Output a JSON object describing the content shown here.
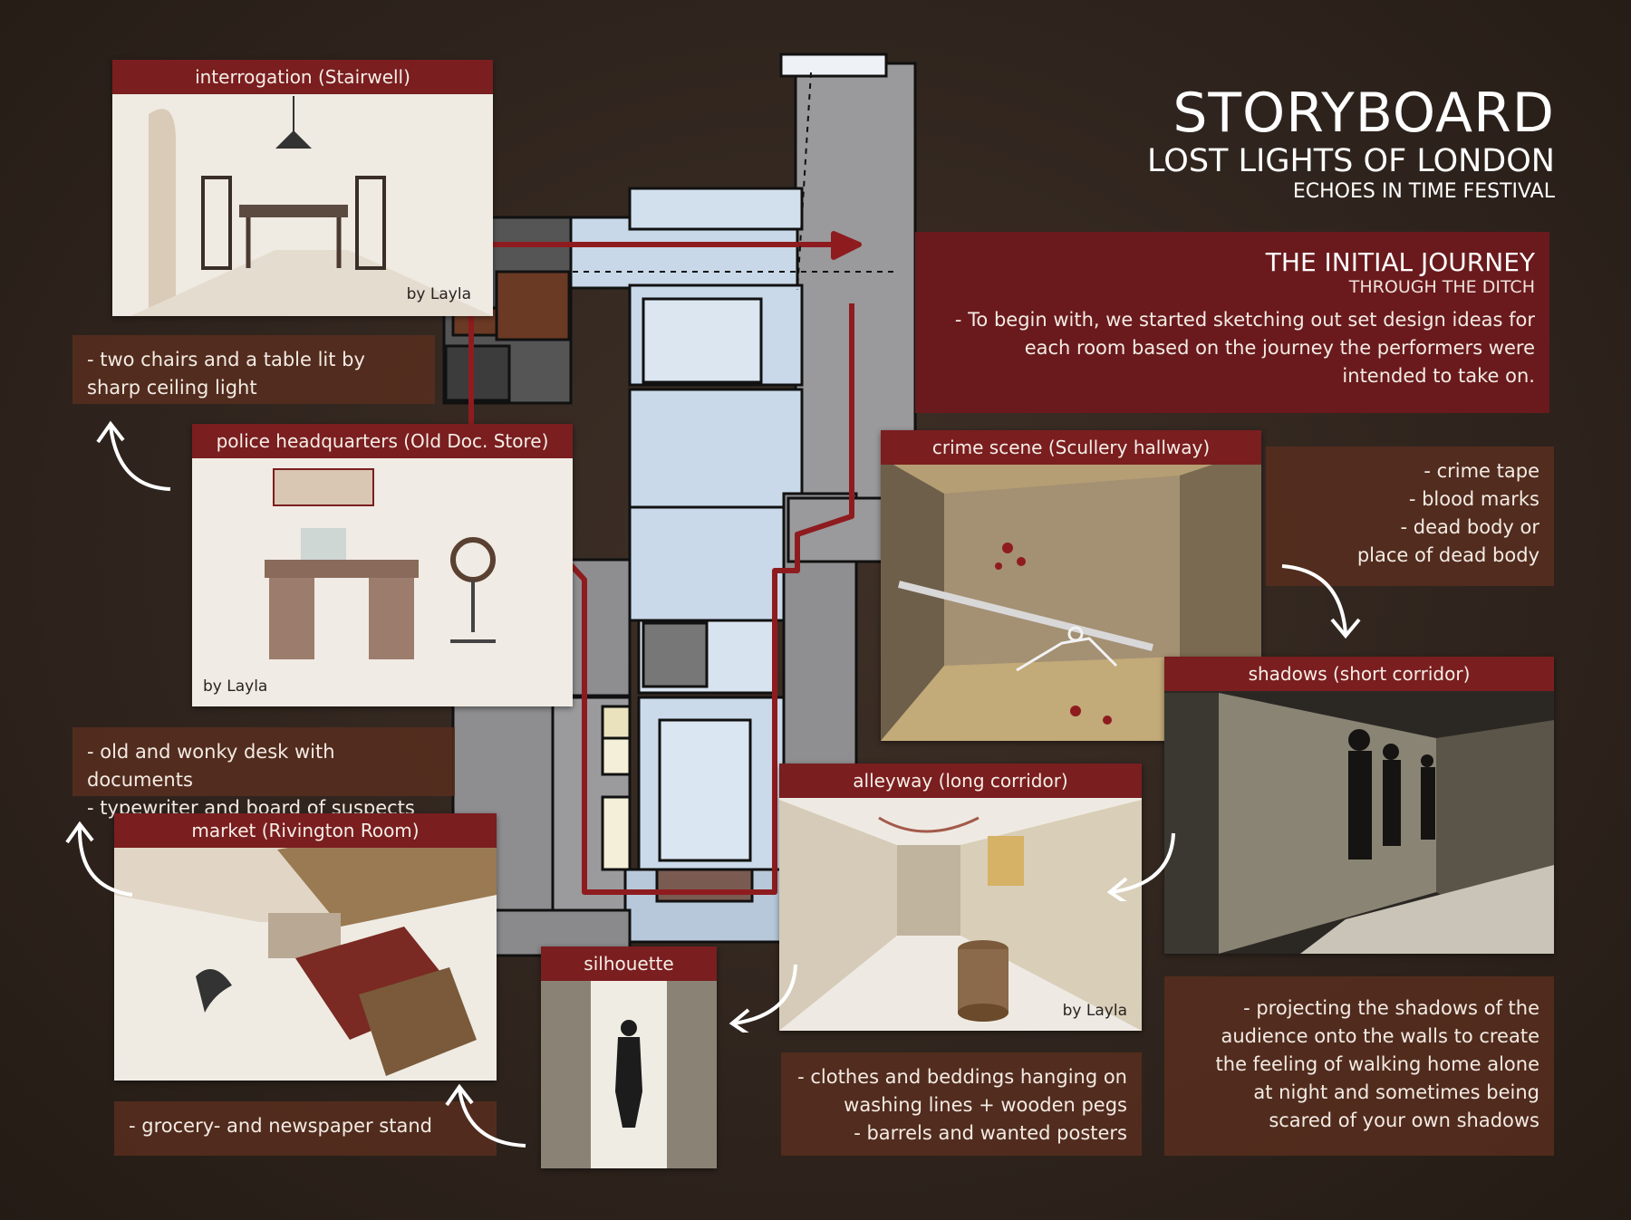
{
  "header": {
    "title": "STORYBOARD",
    "subtitle": "LOST LIGHTS OF LONDON",
    "event": "ECHOES IN TIME FESTIVAL"
  },
  "journey": {
    "title": "THE INITIAL JOURNEY",
    "subtitle": "THROUGH THE DITCH",
    "lines": [
      "- To begin with, we started sketching out set design ideas for",
      "each room based on the journey the performers were",
      "intended to take on."
    ]
  },
  "panels": {
    "interrogation": {
      "title": "interrogation (Stairwell)",
      "credit": "by Layla"
    },
    "police": {
      "title": "police headquarters (Old Doc. Store)",
      "credit": "by Layla"
    },
    "market": {
      "title": "market (Rivington Room)"
    },
    "silhouette": {
      "title": "silhouette"
    },
    "alleyway": {
      "title": "alleyway (long corridor)",
      "credit": "by Layla"
    },
    "crime": {
      "title": "crime scene (Scullery hallway)"
    },
    "shadows": {
      "title": "shadows (short corridor)"
    }
  },
  "notes": {
    "interrogation": [
      "- two chairs and a table lit by",
      "sharp ceiling light"
    ],
    "police": [
      "- old and wonky desk with documents",
      "- typewriter and board of suspects"
    ],
    "market": [
      "- grocery- and newspaper stand"
    ],
    "alleyway": [
      "- clothes and beddings hanging on",
      "washing lines + wooden pegs",
      "- barrels and wanted posters"
    ],
    "crime": [
      "- crime tape",
      "- blood marks",
      "- dead body or",
      "place of dead body"
    ],
    "shadows": [
      "- projecting the shadows of the",
      "audience onto the walls to create",
      "the feeling of walking home alone",
      "at night and sometimes being",
      "scared of your own shadows"
    ]
  },
  "icons": [
    "curved-arrow-icon"
  ],
  "colors": {
    "accent": "#7a1e20",
    "note_bg": "#582e1e",
    "background": "#30251e",
    "route": "#8e1c1f"
  }
}
